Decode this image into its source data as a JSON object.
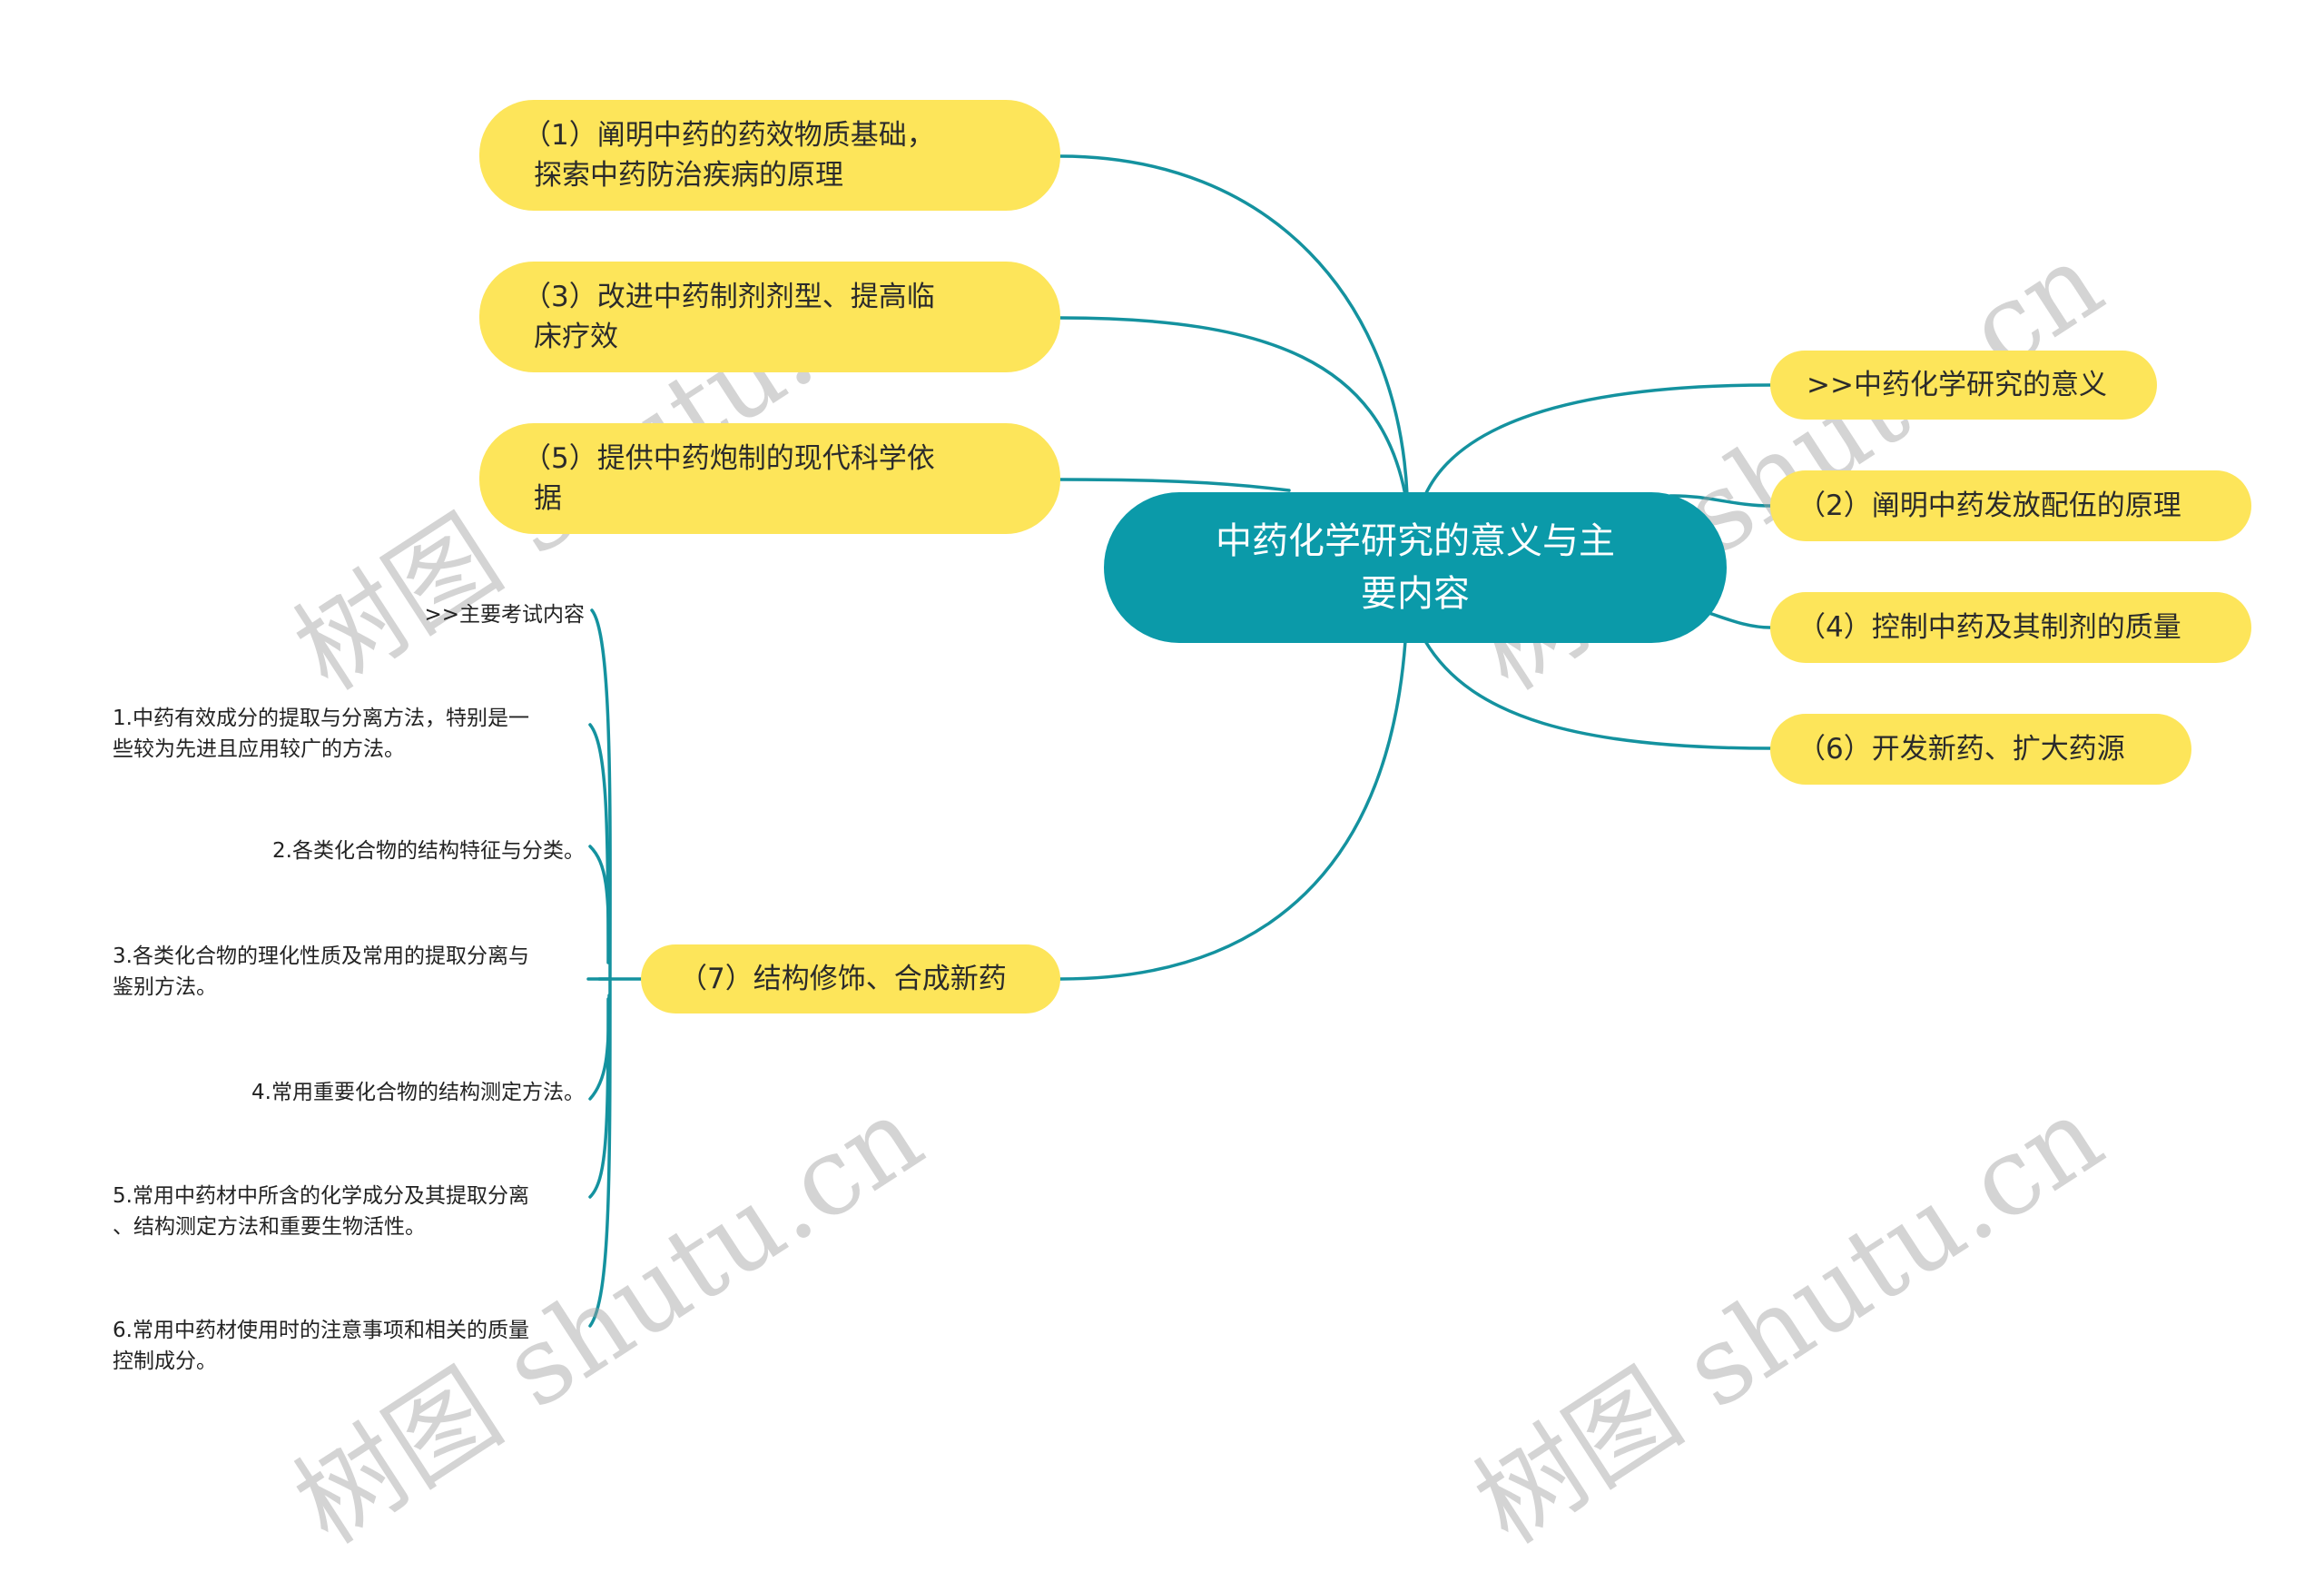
{
  "diagram": {
    "type": "mind-map",
    "colors": {
      "center_fill": "#0b9aa9",
      "branch_fill": "#fde55a",
      "connector": "#14929f",
      "center_text": "#ffffff",
      "branch_text": "#2b2b2b"
    },
    "center": {
      "label": "中药化学研究的意义与主要内容",
      "line1": "中药化学研究的意义与主",
      "line2": "要内容"
    },
    "left_branches": [
      {
        "id": "b1",
        "line1": "（1）阐明中药的药效物质基础，",
        "line2": "探索中药防治疾病的原理"
      },
      {
        "id": "b3",
        "line1": "（3）改进中药制剂剂型、提高临",
        "line2": "床疗效"
      },
      {
        "id": "b5",
        "line1": "（5）提供中药炮制的现代科学依",
        "line2": "据"
      },
      {
        "id": "b7",
        "line1": "（7）结构修饰、合成新药"
      }
    ],
    "right_branches": [
      {
        "id": "r0",
        "label": ">>中药化学研究的意义"
      },
      {
        "id": "b2",
        "label": "（2）阐明中药发放配伍的原理"
      },
      {
        "id": "b4",
        "label": "（4）控制中药及其制剂的质量"
      },
      {
        "id": "b6",
        "label": "（6）开发新药、扩大药源"
      }
    ],
    "b7_children": [
      {
        "line1": ">>主要考试内容"
      },
      {
        "line1": "1.中药有效成分的提取与分离方法，特别是一",
        "line2": "些较为先进且应用较广的方法。"
      },
      {
        "line1": "2.各类化合物的结构特征与分类。"
      },
      {
        "line1": "3.各类化合物的理化性质及常用的提取分离与",
        "line2": "鉴别方法。"
      },
      {
        "line1": "4.常用重要化合物的结构测定方法。"
      },
      {
        "line1": "5.常用中药材中所含的化学成分及其提取分离",
        "line2": "、结构测定方法和重要生物活性。"
      },
      {
        "line1": "6.常用中药材使用时的注意事项和相关的质量",
        "line2": "控制成分。"
      }
    ],
    "watermark": "树图 shutu.cn"
  }
}
